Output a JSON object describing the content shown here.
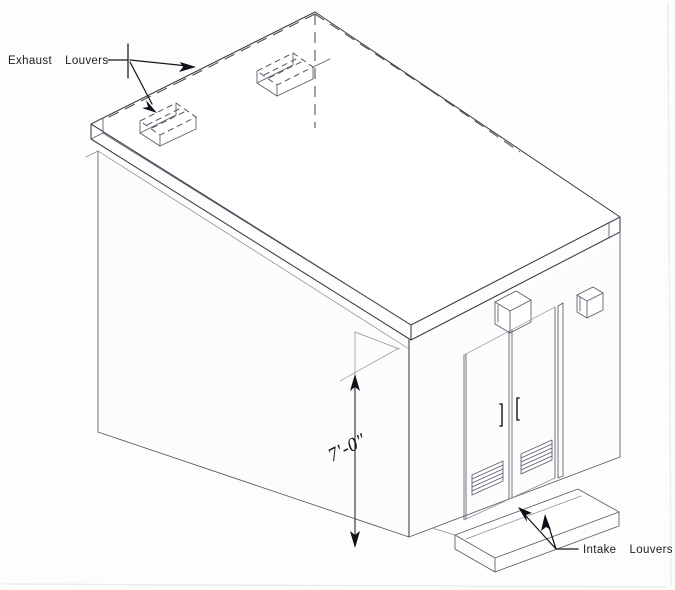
{
  "drawing": {
    "title": "Isometric view of prefabricated equipment shelter",
    "type": "architectural-isometric-line-drawing",
    "background_color": "#fdfdfd",
    "line_color": "#3b3b48"
  },
  "annotations": {
    "exhaust_louvers_label": "Exhaust  Louvers",
    "intake_louvers_label": "Intake  Louvers",
    "height_dimension": "7'-0\""
  },
  "components": {
    "roof": "roof-slab",
    "left_wall": "left-side-wall",
    "front_wall": "front-end-wall",
    "doors": "double-entry-doors",
    "stoop": "concrete-entry-stoop",
    "exhaust_louver_count": 2,
    "intake_louver_count": 2,
    "wall_box_count": 2
  }
}
